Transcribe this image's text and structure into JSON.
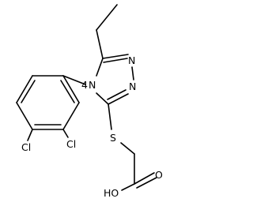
{
  "molecule": {
    "atoms": {
      "n_bottom": "N",
      "n_top": "N",
      "n_ring": "N",
      "number_prefix": "4",
      "sulfur": "S",
      "cl_upper": "Cl",
      "cl_lower": "Cl",
      "hydroxyl": "HO",
      "oxygen": "O"
    }
  },
  "colors": {
    "bond": "#000000",
    "label": "#000000",
    "background": "#ffffff"
  }
}
